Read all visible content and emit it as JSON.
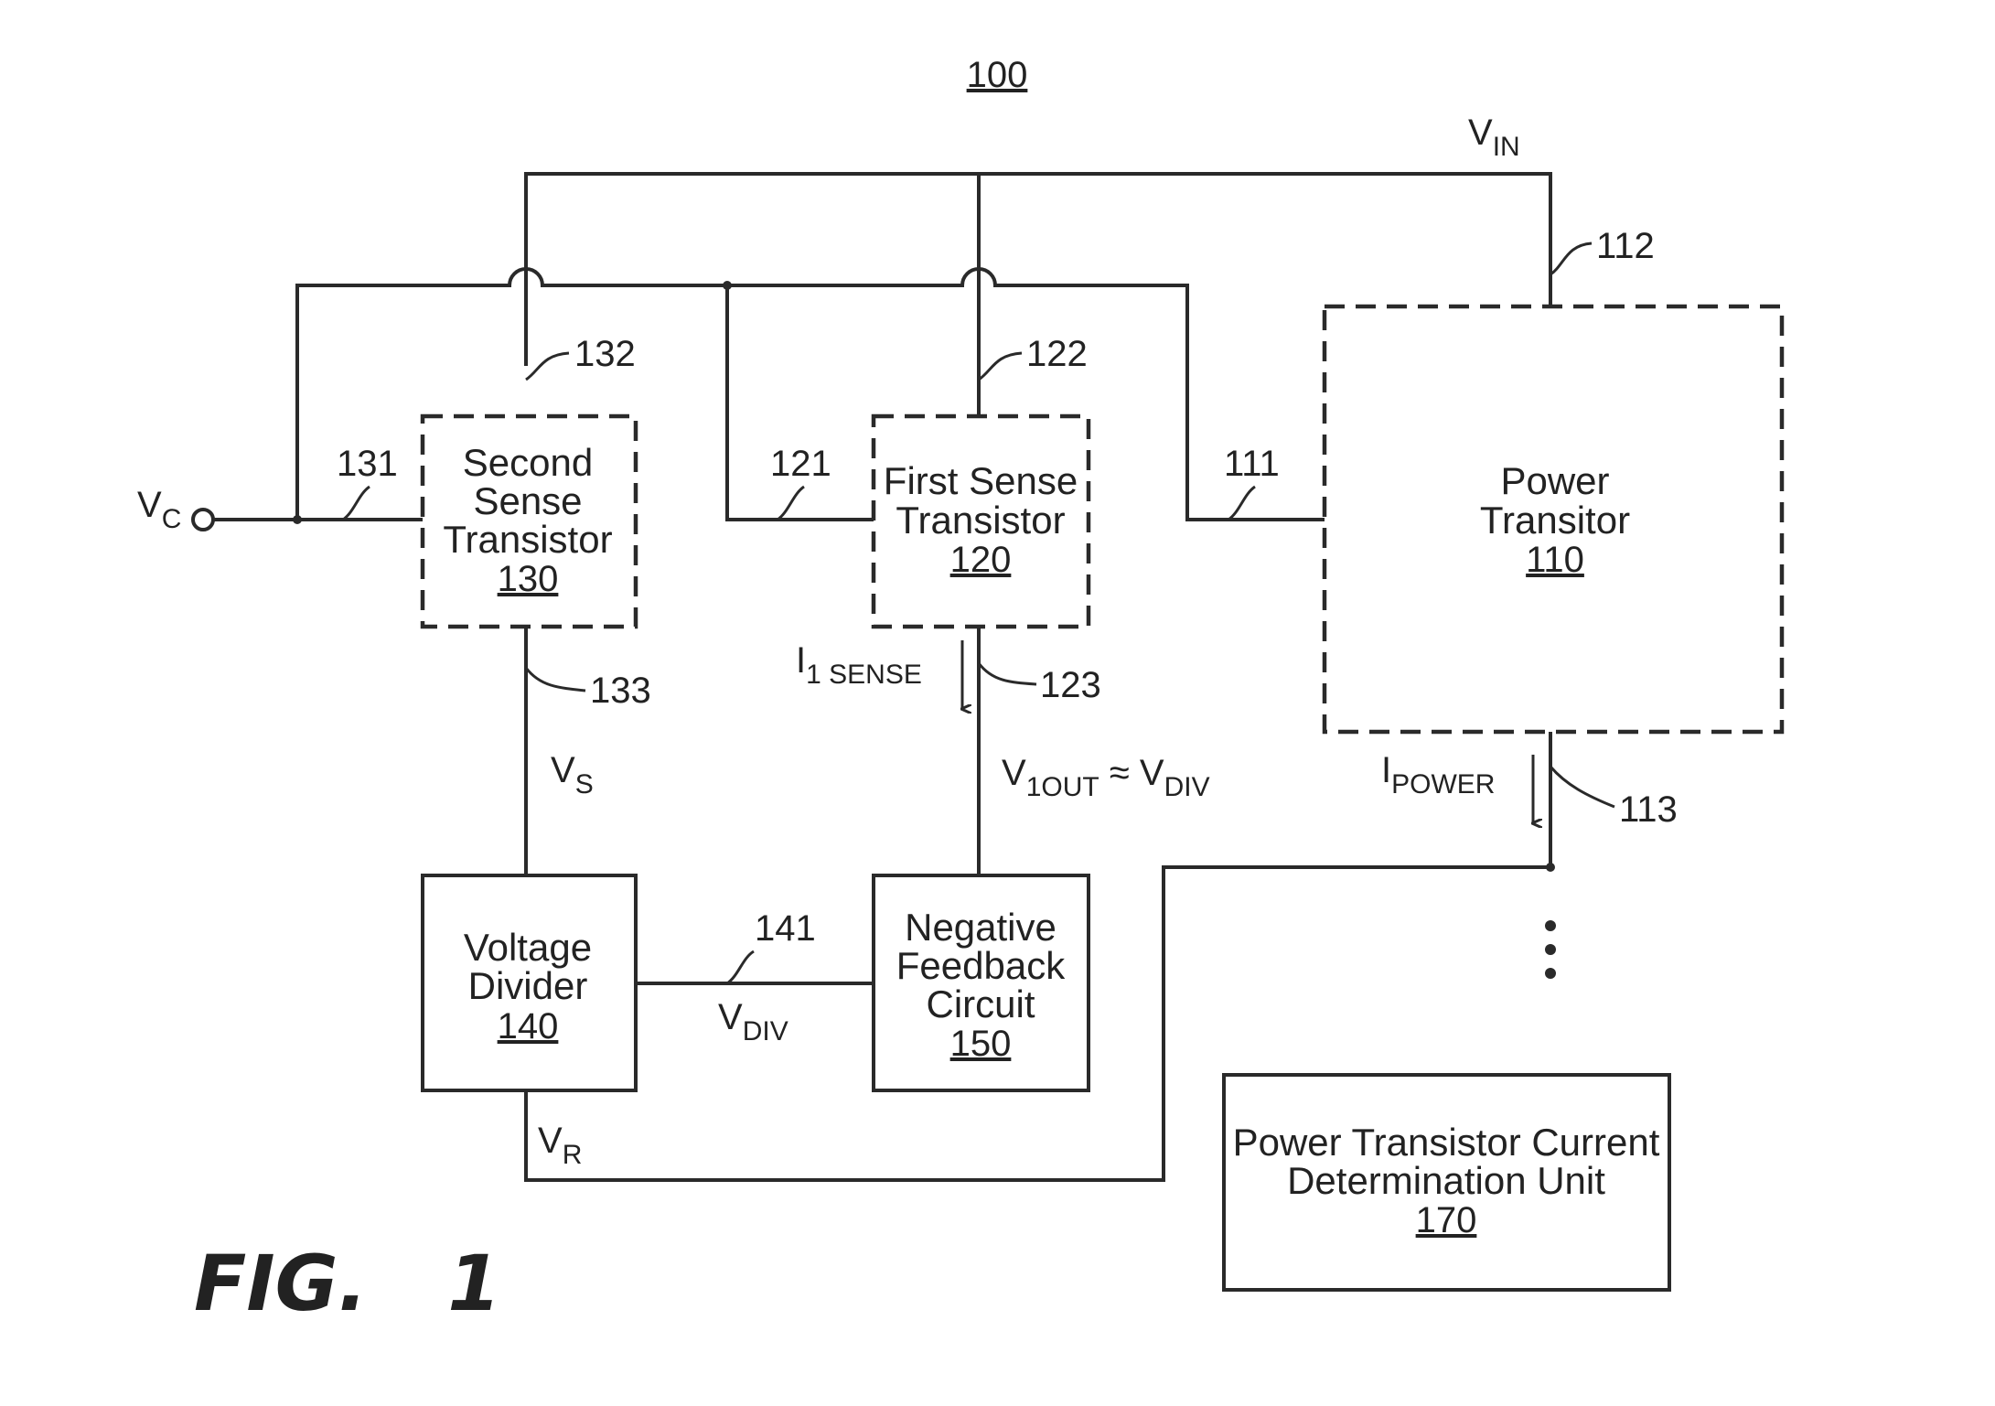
{
  "diagram": {
    "figure_number": "100",
    "figure_caption": "FIG.   1",
    "blocks": {
      "power_transistor": {
        "line1": "Power",
        "line2": "Transitor",
        "ref": "110"
      },
      "first_sense": {
        "line1": "First Sense",
        "line2": "Transistor",
        "ref": "120"
      },
      "second_sense": {
        "line1": "Second",
        "line2": "Sense",
        "line3": "Transistor",
        "ref": "130"
      },
      "voltage_divider": {
        "line1": "Voltage",
        "line2": "Divider",
        "ref": "140"
      },
      "feedback": {
        "line1": "Negative",
        "line2": "Feedback",
        "line3": "Circuit",
        "ref": "150"
      },
      "current_unit": {
        "line1": "Power Transistor Current",
        "line2": "Determination Unit",
        "ref": "170"
      }
    },
    "ref_labels": {
      "r111": "111",
      "r112": "112",
      "r113": "113",
      "r121": "121",
      "r122": "122",
      "r123": "123",
      "r131": "131",
      "r132": "132",
      "r133": "133",
      "r141": "141"
    },
    "signals": {
      "vin": {
        "main": "V",
        "sub": "IN"
      },
      "vc": {
        "main": "V",
        "sub": "C"
      },
      "vs": {
        "main": "V",
        "sub": "S"
      },
      "vr": {
        "main": "V",
        "sub": "R"
      },
      "vdiv": {
        "main": "V",
        "sub": "DIV"
      },
      "v1out": {
        "main": "V",
        "sub": "1OUT",
        "approx": " ≈ ",
        "main2": "V",
        "sub2": "DIV"
      },
      "i1sense": {
        "main": "I",
        "sub": "1 SENSE"
      },
      "ipower": {
        "main": "I",
        "sub": "POWER"
      }
    }
  }
}
